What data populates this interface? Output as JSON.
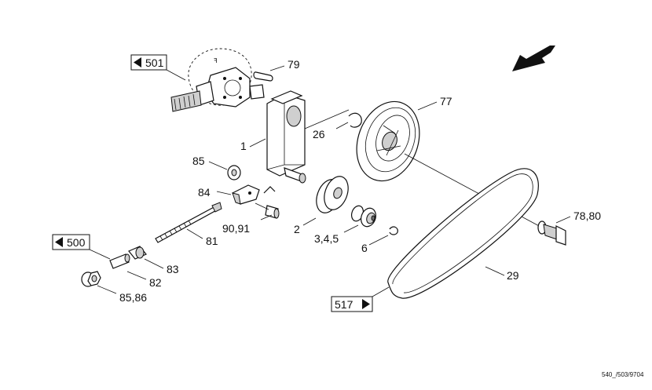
{
  "references": [
    {
      "id": "ref-501",
      "label": "501",
      "direction": "left"
    },
    {
      "id": "ref-500",
      "label": "500",
      "direction": "left"
    },
    {
      "id": "ref-517",
      "label": "517",
      "direction": "right"
    }
  ],
  "callouts": {
    "p79": "79",
    "p77": "77",
    "p26": "26",
    "p1": "1",
    "p85": "85",
    "p84": "84",
    "p2": "2",
    "p9091": "90,91",
    "p345": "3,4,5",
    "p6": "6",
    "p81": "81",
    "p7880": "78,80",
    "p29": "29",
    "p83": "83",
    "p82": "82",
    "p8586": "85,86"
  },
  "footer_code": "540_/503/9704"
}
